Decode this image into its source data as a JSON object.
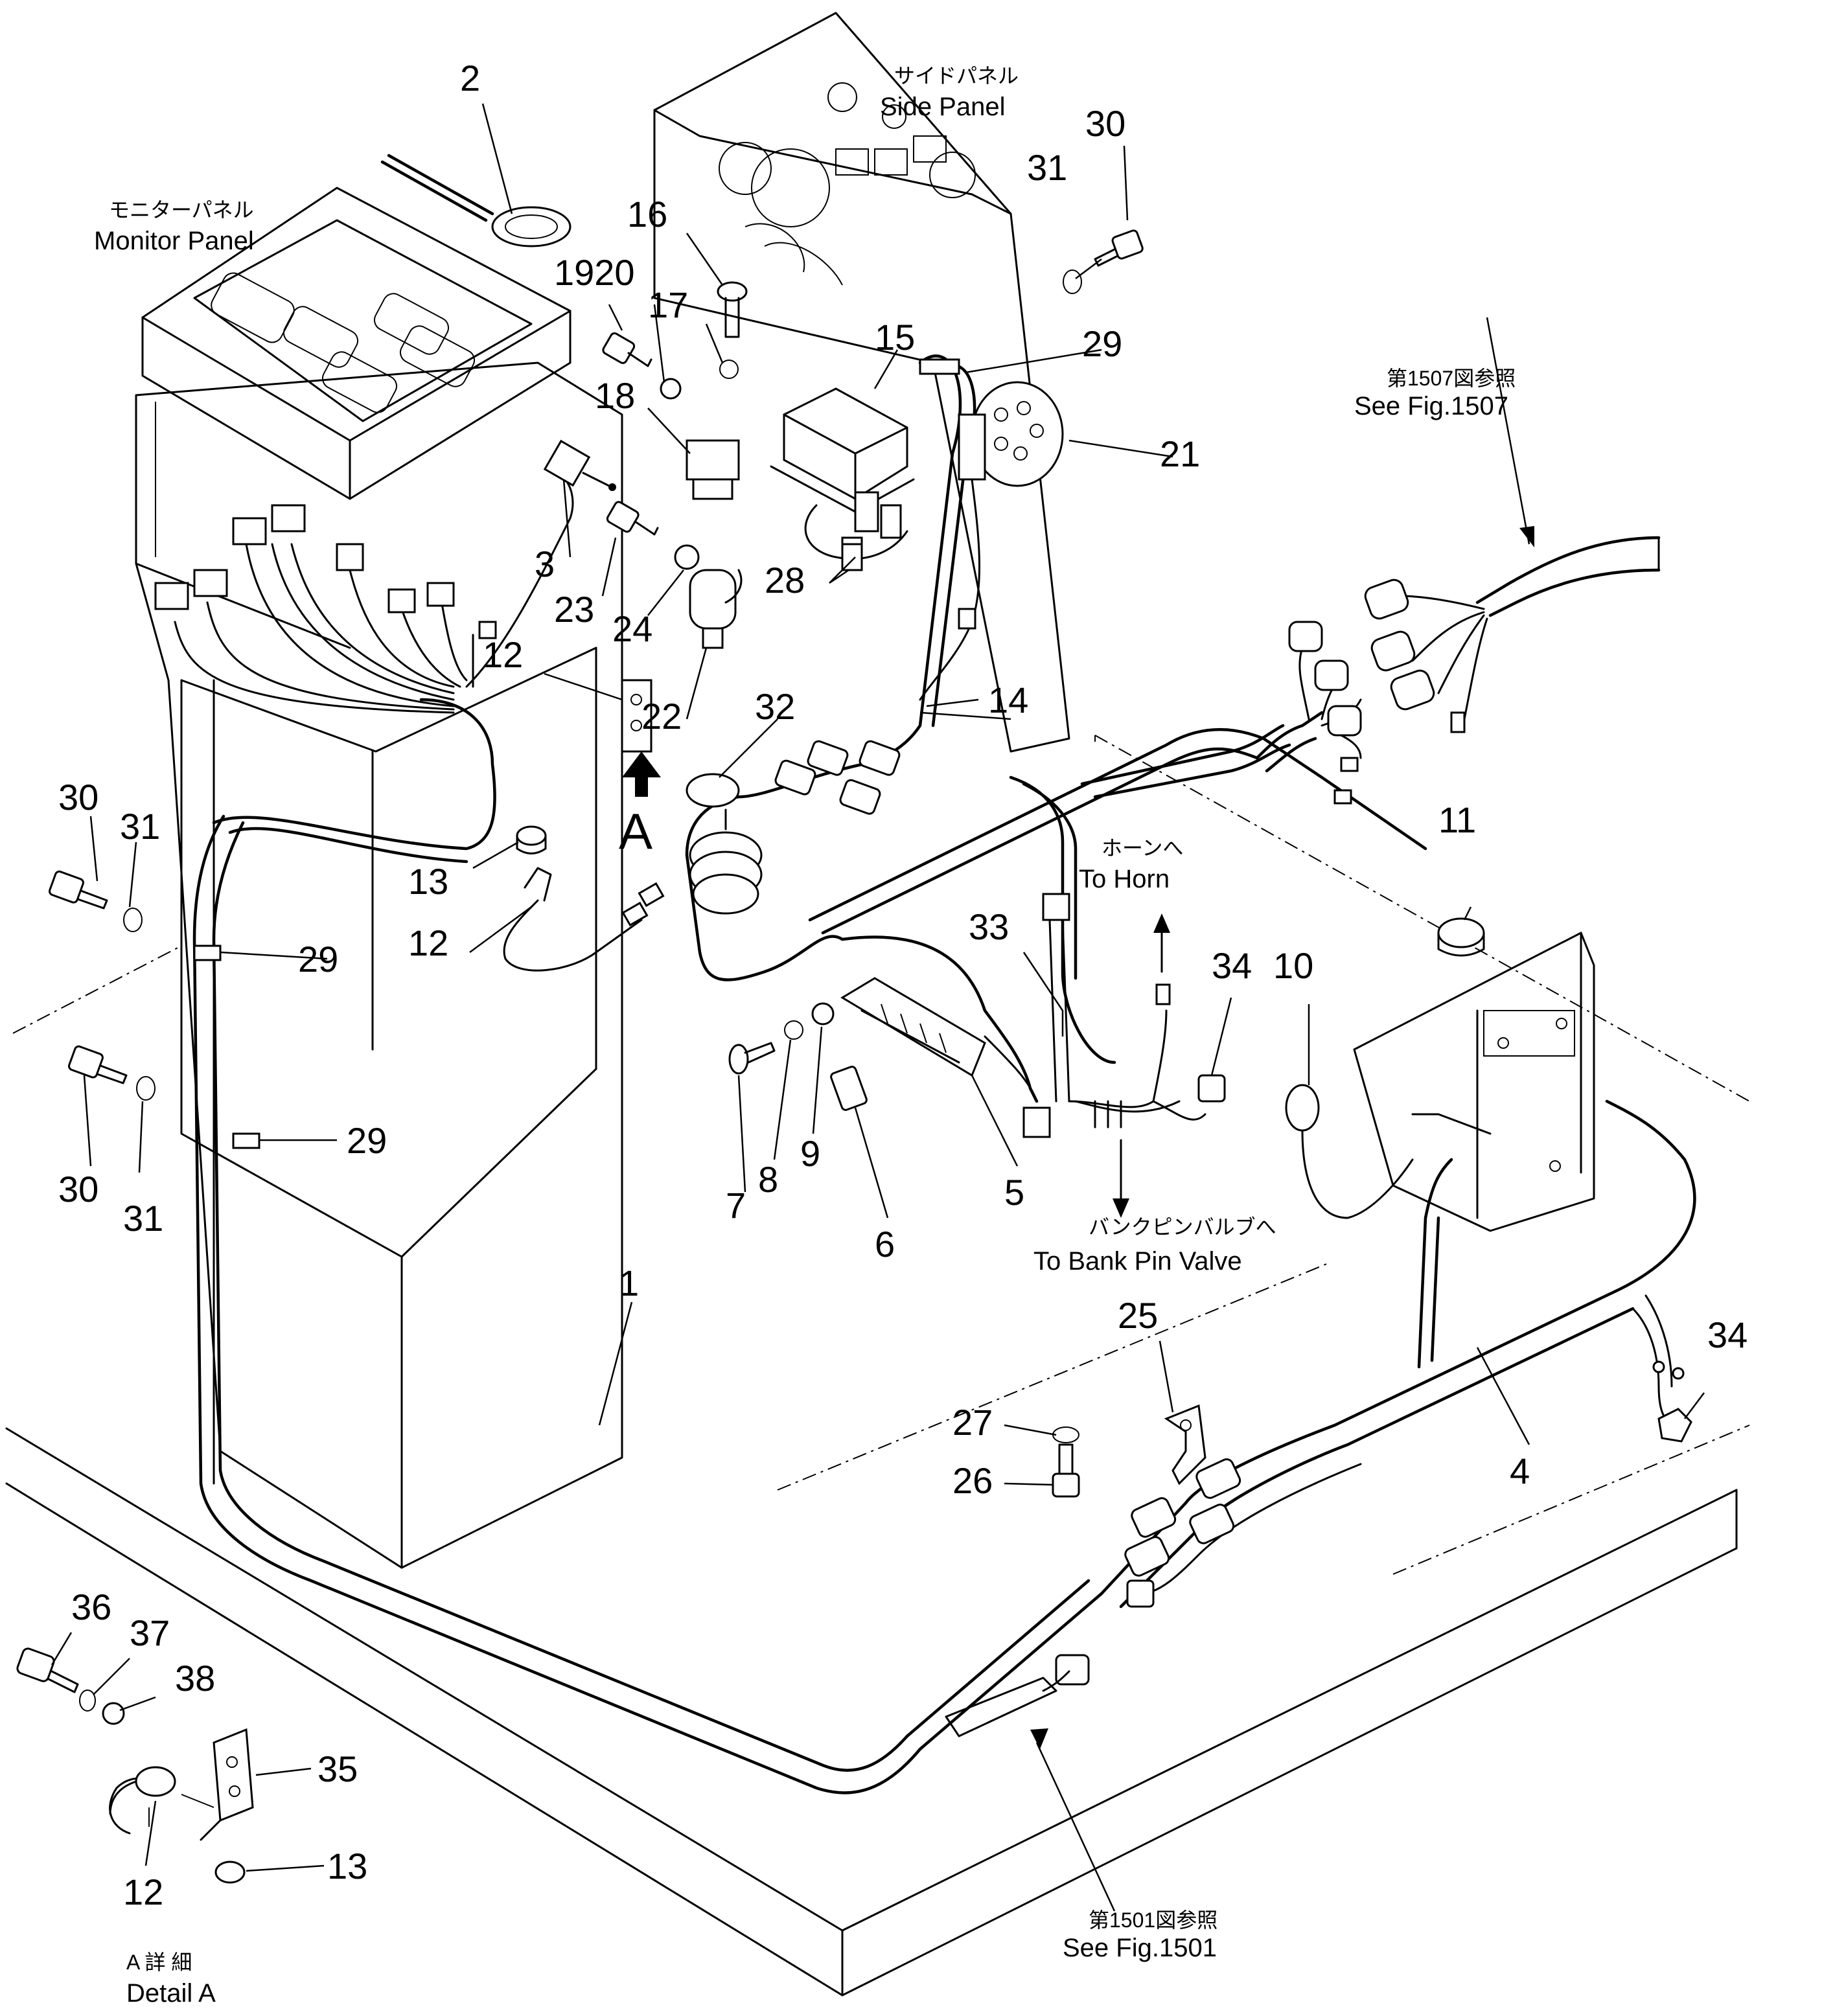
{
  "annotations": {
    "side_panel_jp": "サイドパネル",
    "side_panel_en": "Side Panel",
    "monitor_panel_jp": "モニターパネル",
    "monitor_panel_en": "Monitor Panel",
    "fig1507_jp": "第1507図参照",
    "fig1507_en": "See Fig.1507",
    "horn_jp": "ホーンへ",
    "horn_en": "To  Horn",
    "bank_jp": "バンクピンバルブへ",
    "bank_en": "To Bank Pin  Valve",
    "fig1501_jp": "第1501図参照",
    "fig1501_en": "See Fig.1501",
    "detail_jp": "A  詳  細",
    "detail_en": "Detail A",
    "view_letter": "A"
  },
  "callouts": {
    "n1": "1",
    "n2": "2",
    "n3": "3",
    "n4": "4",
    "n5": "5",
    "n6": "6",
    "n7": "7",
    "n8": "8",
    "n9": "9",
    "n10": "10",
    "n11": "11",
    "n12a": "12",
    "n12b": "12",
    "n12c": "12",
    "n13a": "13",
    "n13b": "13",
    "n14": "14",
    "n15": "15",
    "n16": "16",
    "n17": "17",
    "n18": "18",
    "n1920": "1920",
    "n21": "21",
    "n22": "22",
    "n23": "23",
    "n24": "24",
    "n25": "25",
    "n26": "26",
    "n27": "27",
    "n28": "28",
    "n29a": "29",
    "n29b": "29",
    "n29c": "29",
    "n30a": "30",
    "n30b": "30",
    "n30c": "30",
    "n31a": "31",
    "n31b": "31",
    "n31c": "31",
    "n32": "32",
    "n33": "33",
    "n34a": "34",
    "n34b": "34",
    "n35": "35",
    "n36": "36",
    "n37": "37",
    "n38": "38"
  }
}
